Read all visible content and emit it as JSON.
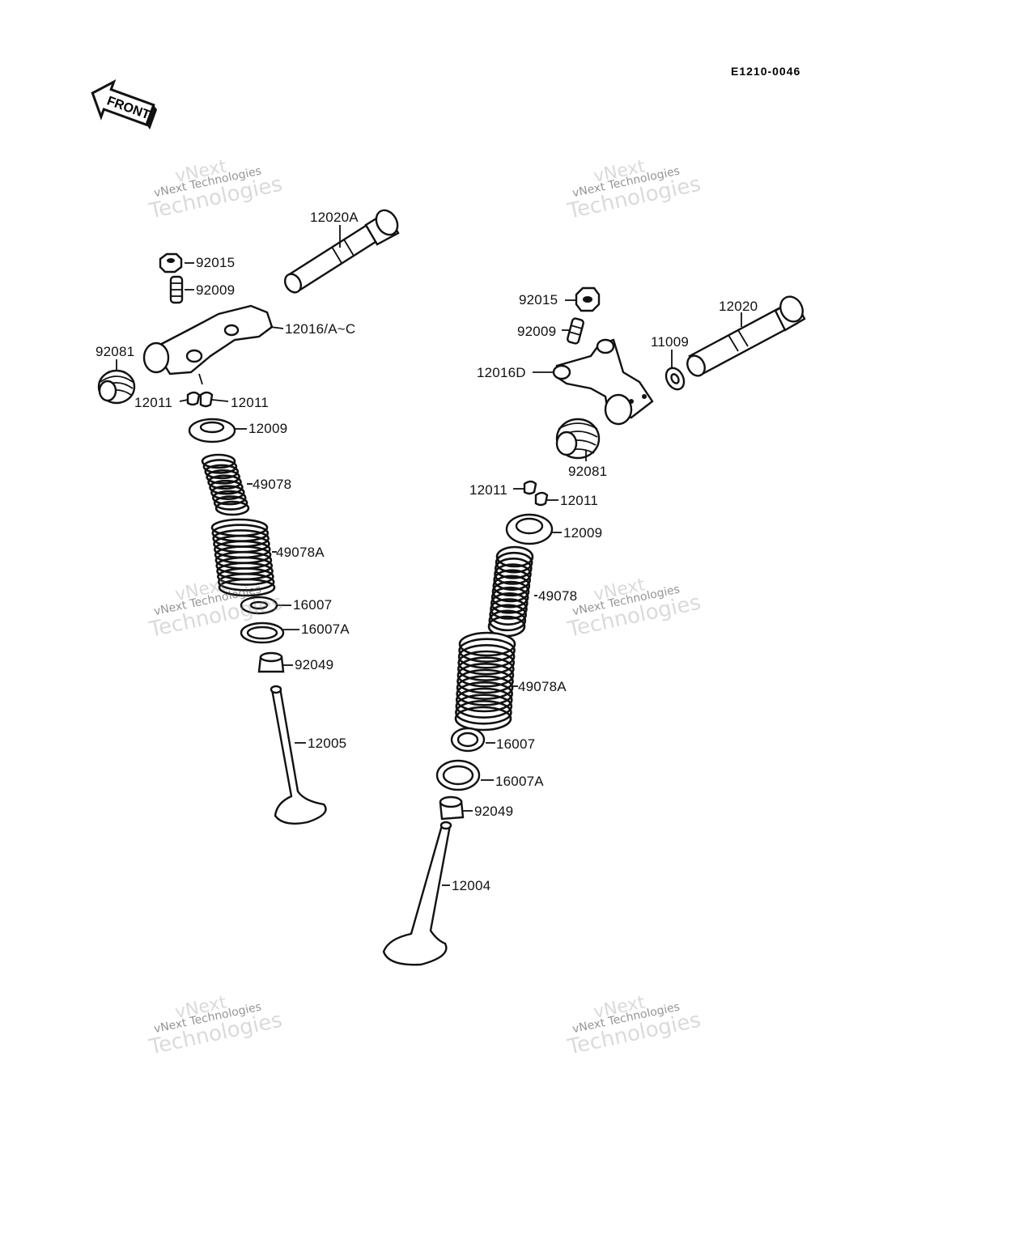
{
  "diagram_code": "E1210-0046",
  "front_arrow_label": "FRONT",
  "watermark": {
    "line1": "vNext",
    "line2": "vNext Technologies",
    "line3": "Technologies"
  },
  "left_assembly": {
    "labels": {
      "shaft": "12020A",
      "nut": "92015",
      "adjuster": "92009",
      "rocker_arm": "12016/A~C",
      "shaft_spring": "92081",
      "cotter_left": "12011",
      "cotter_right": "12011",
      "retainer": "12009",
      "inner_spring": "49078",
      "outer_spring": "49078A",
      "seat_inner": "16007",
      "seat_outer": "16007A",
      "stem_seal": "92049",
      "valve": "12005"
    }
  },
  "right_assembly": {
    "labels": {
      "nut": "92015",
      "adjuster": "92009",
      "shaft": "12020",
      "washer": "11009",
      "rocker_arm": "12016D",
      "shaft_spring": "92081",
      "cotter_left": "12011",
      "cotter_right": "12011",
      "retainer": "12009",
      "inner_spring": "49078",
      "outer_spring": "49078A",
      "seat_inner": "16007",
      "seat_outer": "16007A",
      "stem_seal": "92049",
      "valve": "12004"
    }
  }
}
